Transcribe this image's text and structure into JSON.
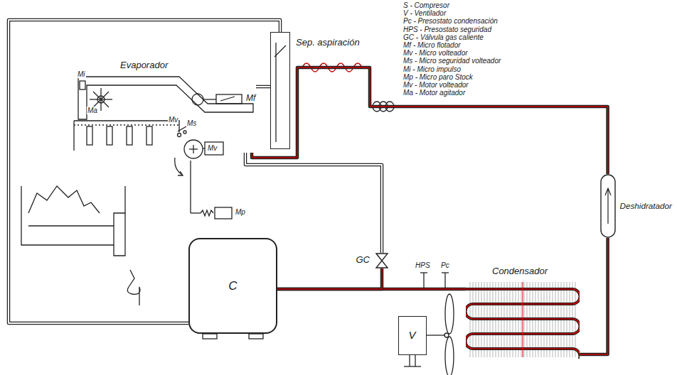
{
  "diagram": {
    "nodes": [
      {
        "text": [
          "Evaporador"
        ]
      },
      {
        "text": [
          "Sep. aspiración"
        ]
      },
      {
        "text": [
          "GC"
        ]
      },
      {
        "text": [
          "C"
        ]
      },
      {
        "text": [
          "V"
        ]
      },
      {
        "text": [
          "Condensador"
        ]
      },
      {
        "text": [
          "Deshidratador"
        ]
      }
    ],
    "edges": [
      {
        "from": 3,
        "to": 5,
        "arrow": "none"
      },
      {
        "from": 3,
        "to": 2,
        "arrow": "none"
      },
      {
        "from": 2,
        "to": 0,
        "arrow": "none"
      },
      {
        "from": 5,
        "to": 6,
        "arrow": "none"
      },
      {
        "from": 6,
        "to": 0,
        "arrow": "none"
      },
      {
        "from": 0,
        "to": 1,
        "arrow": "none"
      },
      {
        "from": 1,
        "to": 3,
        "arrow": "none"
      }
    ],
    "labels": [
      "S - Compresor",
      "V - Ventilador",
      "Pc - Presostato condensación",
      "HPS - Presostato seguridad",
      "GC - Válvula gas caliente",
      "Mf - Micro flotador",
      "Mv - Micro volteador",
      "Ms - Micro seguridad volteador",
      "Mi - Micro impulso",
      "Mp - Micro paro Stock",
      "Mv - Motor volteador",
      "Ma - Motor agitador",
      "Mi",
      "Ma",
      "Mf",
      "Mv",
      "Ms",
      "Mv",
      "Mp",
      "HPS",
      "Pc"
    ]
  }
}
